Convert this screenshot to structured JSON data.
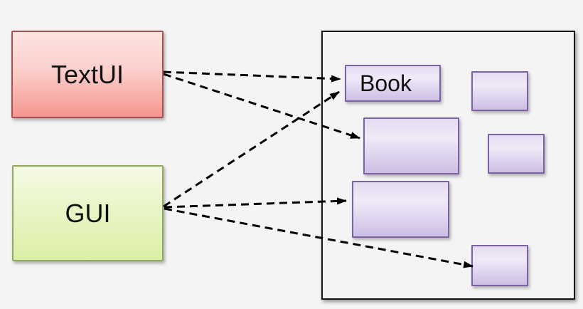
{
  "diagram": {
    "background_color": "#f5f4f5",
    "actors": [
      {
        "id": "textui",
        "label": "TextUI",
        "fill_top": "#fde4e2",
        "fill_bottom": "#f5968f",
        "border_color": "#a35450"
      },
      {
        "id": "gui",
        "label": "GUI",
        "fill_top": "#f5fae5",
        "fill_bottom": "#dcefa6",
        "border_color": "#93a963"
      }
    ],
    "system_boundary": {
      "border_color": "#141414"
    },
    "classes": [
      {
        "id": "book",
        "label": "Book"
      },
      {
        "id": "class-top-right",
        "label": ""
      },
      {
        "id": "class-mid-left",
        "label": ""
      },
      {
        "id": "class-mid-right",
        "label": ""
      },
      {
        "id": "class-lower-left",
        "label": ""
      },
      {
        "id": "class-bottom-right",
        "label": ""
      }
    ],
    "class_style": {
      "fill_top": "#e4dcf1",
      "fill_bottom": "#cdbee5",
      "border_color": "#7d61a5"
    },
    "arrows": [
      {
        "from": "textui",
        "to": "book",
        "style": "dashed"
      },
      {
        "from": "textui",
        "to": "class-mid-left",
        "style": "dashed"
      },
      {
        "from": "gui",
        "to": "book",
        "style": "dashed"
      },
      {
        "from": "gui",
        "to": "class-lower-left",
        "style": "dashed"
      },
      {
        "from": "gui",
        "to": "class-bottom-right",
        "style": "dashed"
      }
    ],
    "arrow_style": {
      "color": "#000000",
      "dashed": true
    }
  }
}
